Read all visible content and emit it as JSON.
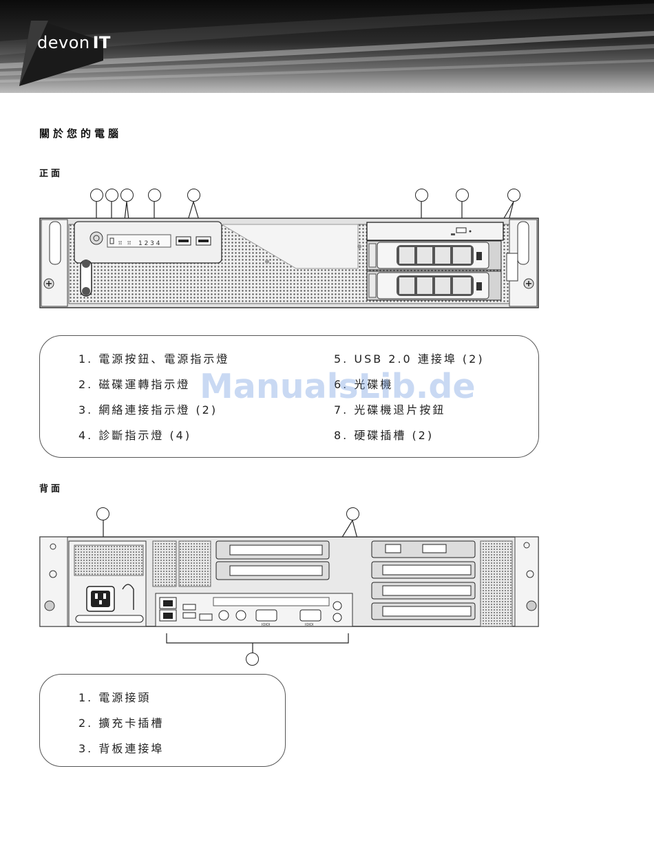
{
  "header": {
    "logo_primary": "devon",
    "logo_secondary": "IT"
  },
  "page_title": "關於您的電腦",
  "front": {
    "heading": "正面",
    "items": [
      "1. 電源按鈕、電源指示燈",
      "2. 磁碟運轉指示燈",
      "3. 網絡連接指示燈 (2)",
      "4. 診斷指示燈 (4)",
      "5. USB 2.0 連接埠 (2)",
      "6. 光碟機",
      "7. 光碟機退片按鈕",
      "8. 硬碟插槽 (2)"
    ],
    "panel_digits": "1 2 3 4"
  },
  "back": {
    "heading": "背面",
    "items": [
      "1. 電源接頭",
      "2. 擴充卡插槽",
      "3. 背板連接埠"
    ],
    "port_labels": [
      "IOIOI",
      "IOIOI"
    ]
  },
  "watermark": "ManualsLib.de",
  "colors": {
    "banner_dark": "#0b0b0b",
    "banner_light": "#bdbdbd",
    "watermark": "#78a0e1"
  }
}
